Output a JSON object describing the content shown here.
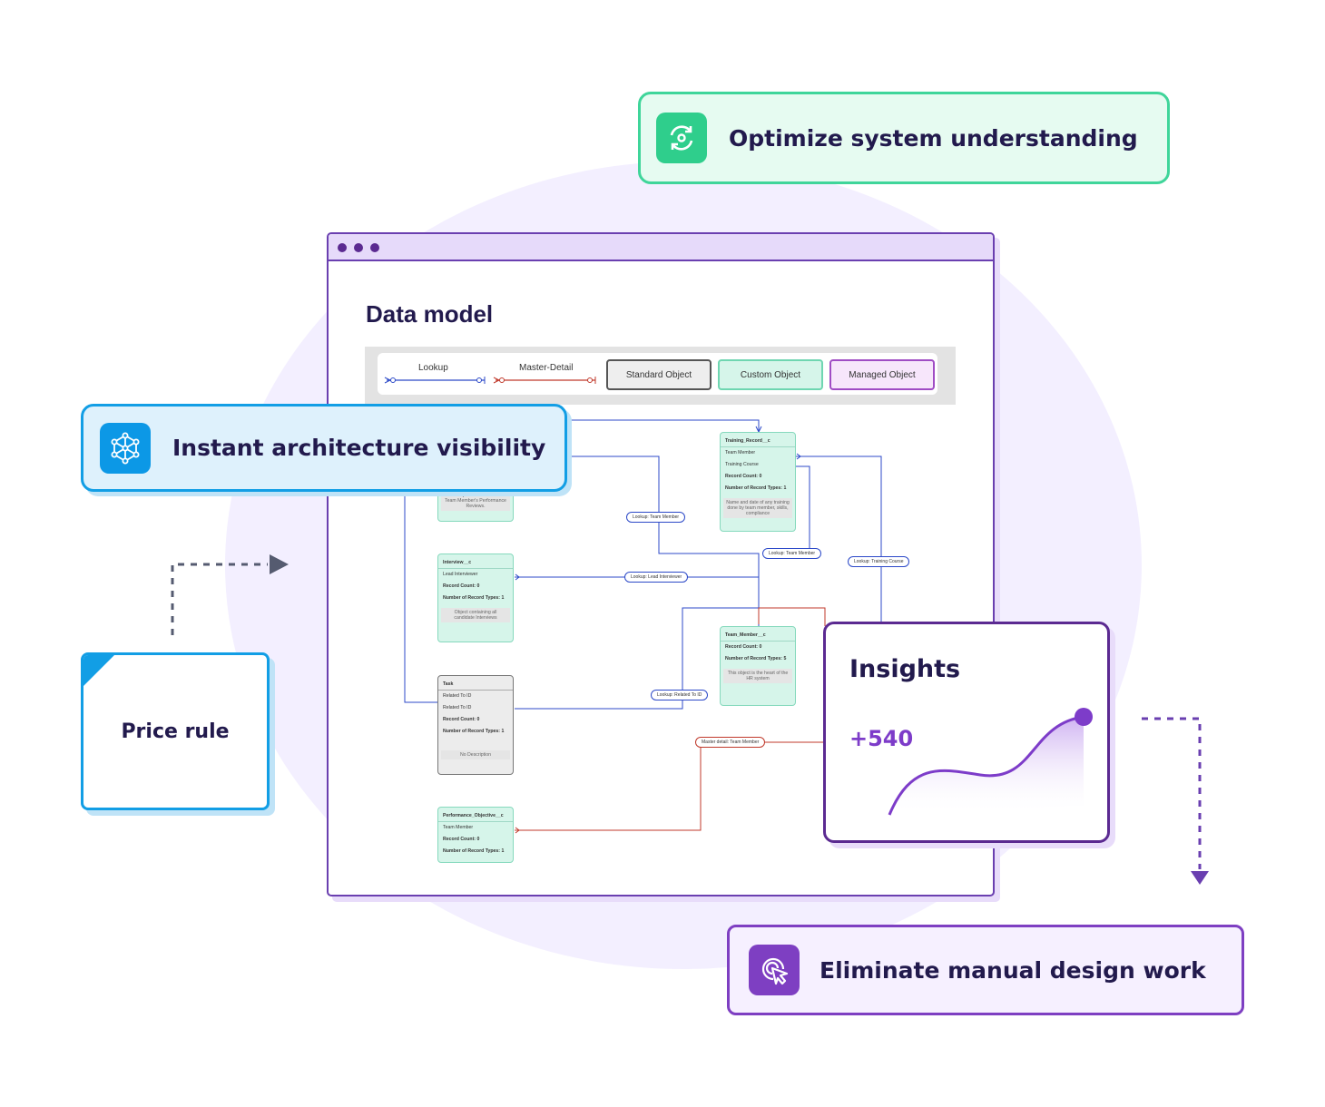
{
  "callouts": {
    "optimize": "Optimize system understanding",
    "visibility": "Instant architecture visibility",
    "eliminate": "Eliminate manual design work"
  },
  "price_rule": "Price rule",
  "insights": {
    "title": "Insights",
    "value": "+540"
  },
  "window": {
    "title": "Data model",
    "legend": {
      "lookup": "Lookup",
      "master_detail": "Master-Detail",
      "standard": "Standard Object",
      "custom": "Custom Object",
      "managed": "Managed Object"
    }
  },
  "objects": {
    "training": {
      "name": "Training_Record__c",
      "fields": [
        "Team Member",
        "Training Course",
        "Record Count: 0",
        "Number of Record Types: 1"
      ],
      "desc": "Name and date of any training done by team member, skills, compliance"
    },
    "review": {
      "desc": "This object is used to store Team Member's Performance Reviews."
    },
    "interview": {
      "name": "Interview__c",
      "fields": [
        "Lead Interviewer",
        "Record Count: 0",
        "Number of Record Types: 1"
      ],
      "desc": "Object containing all candidate Interviews"
    },
    "team": {
      "name": "Team_Member__c",
      "fields": [
        "Record Count: 0",
        "Number of Record Types: 5"
      ],
      "desc": "This object is the heart of the HR system"
    },
    "task": {
      "name": "Task",
      "fields": [
        "Related To ID",
        "Related To ID",
        "Record Count: 0",
        "Number of Record Types: 1"
      ],
      "desc": "No Description"
    },
    "perf": {
      "name": "Performance_Objective__c",
      "fields": [
        "Team Member",
        "Record Count: 0",
        "Number of Record Types: 1"
      ]
    }
  },
  "relations": {
    "lookup_team_member_1": "Lookup: Team Member",
    "lookup_team_member_2": "Lookup: Team Member",
    "lookup_training_course": "Lookup: Training Course",
    "lookup_lead_interviewer": "Lookup: Lead Interviewer",
    "lookup_related_to": "Lookup: Related To ID",
    "master_detail_team_member": "Master detail: Team Member"
  },
  "colors": {
    "lookup": "#2c49c8",
    "master_detail": "#c0392b",
    "custom_object": "#d6f5ea",
    "green_accent": "#3fd59a",
    "blue_accent": "#129ee5",
    "purple_accent": "#7e3fc2"
  },
  "icons": {
    "optimize": "refresh-cycle-icon",
    "visibility": "network-icon",
    "eliminate": "cursor-click-icon"
  }
}
